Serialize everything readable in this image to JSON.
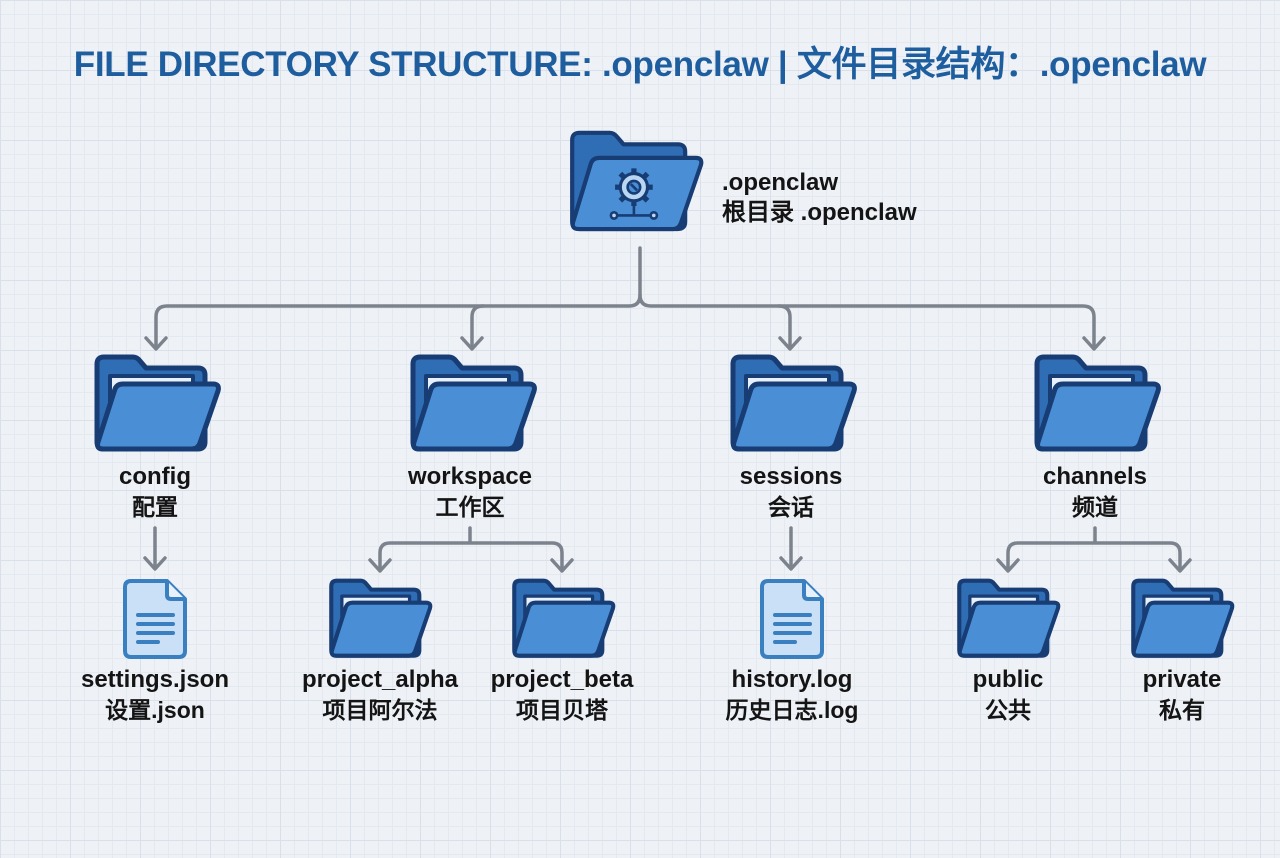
{
  "title": "FILE DIRECTORY STRUCTURE: .openclaw | 文件目录结构：.openclaw",
  "colors": {
    "title": "#1f5e9e",
    "folder_fill": "#4a8fd6",
    "folder_back": "#2f6db5",
    "folder_outline": "#183c74",
    "file_fill": "#c9e0f7",
    "file_outline": "#3a7fc0",
    "connector": "#7d838c"
  },
  "root": {
    "name": ".openclaw",
    "label_zh": "根目录 .openclaw",
    "icon": "folder-gear-icon"
  },
  "level1": [
    {
      "name": "config",
      "label_zh": "配置",
      "icon": "folder-open-icon"
    },
    {
      "name": "workspace",
      "label_zh": "工作区",
      "icon": "folder-open-icon"
    },
    {
      "name": "sessions",
      "label_zh": "会话",
      "icon": "folder-open-icon"
    },
    {
      "name": "channels",
      "label_zh": "频道",
      "icon": "folder-open-icon"
    }
  ],
  "level2": [
    {
      "parent": "config",
      "name": "settings.json",
      "label_zh": "设置.json",
      "icon": "file-document-icon"
    },
    {
      "parent": "workspace",
      "name": "project_alpha",
      "label_zh": "项目阿尔法",
      "icon": "folder-open-icon"
    },
    {
      "parent": "workspace",
      "name": "project_beta",
      "label_zh": "项目贝塔",
      "icon": "folder-open-icon"
    },
    {
      "parent": "sessions",
      "name": "history.log",
      "label_zh": "历史日志.log",
      "icon": "file-document-icon"
    },
    {
      "parent": "channels",
      "name": "public",
      "label_zh": "公共",
      "icon": "folder-open-icon"
    },
    {
      "parent": "channels",
      "name": "private",
      "label_zh": "私有",
      "icon": "folder-open-icon"
    }
  ]
}
